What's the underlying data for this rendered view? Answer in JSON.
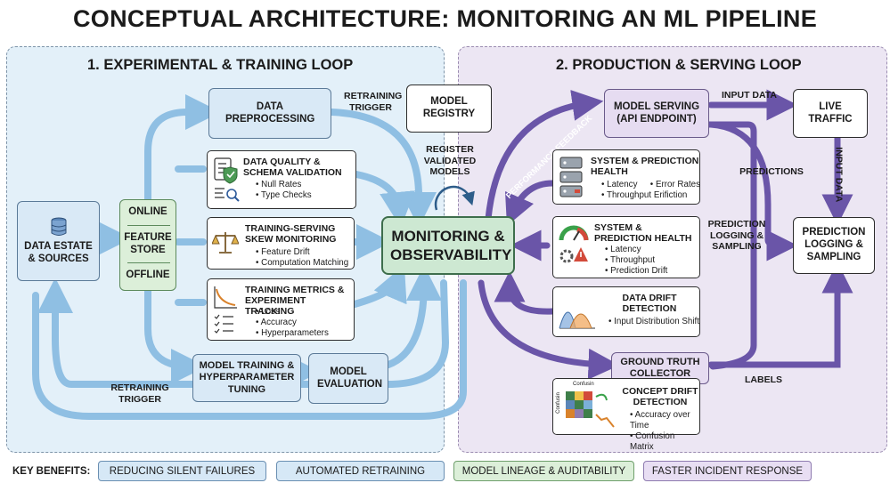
{
  "title": "CONCEPTUAL ARCHITECTURE: MONITORING AN ML PIPELINE",
  "left_panel": {
    "title": "1. EXPERIMENTAL & TRAINING LOOP",
    "data_estate": "DATA ESTATE & SOURCES",
    "feature_store": {
      "online": "ONLINE",
      "name": "FEATURE STORE",
      "offline": "OFFLINE"
    },
    "data_preprocessing": "DATA PREPROCESSING",
    "model_registry": "MODEL REGISTRY",
    "retraining_trigger_top": "RETRAINING TRIGGER",
    "register_validated": "REGISTER VALIDATED MODELS",
    "card_quality": {
      "title": "DATA QUALITY & SCHEMA VALIDATION",
      "items": [
        "Null Rates",
        "Type Checks"
      ]
    },
    "card_skew": {
      "title": "TRAINING-SERVING SKEW MONITORING",
      "items": [
        "Feature Drift",
        "Computation Matching"
      ]
    },
    "card_metrics": {
      "title": "TRAINING METRICS & EXPERIMENT TRACKING",
      "items": [
        "Loss",
        "Accuracy",
        "Hyperparameters"
      ]
    },
    "model_training": "MODEL TRAINING & HYPERPARAMETER TUNING",
    "model_evaluation": "MODEL EVALUATION",
    "retraining_trigger_bottom": "RETRAINING TRIGGER"
  },
  "monitoring": "MONITORING & OBSERVABILITY",
  "right_panel": {
    "title": "2. PRODUCTION & SERVING LOOP",
    "model_serving": "MODEL SERVING (API ENDPOINT)",
    "input_data_top": "INPUT DATA",
    "live_traffic": "LIVE TRAFFIC",
    "input_data_side": "INPUT DATA",
    "performance_feedback": "PERFORMANCE FEEDBACK",
    "predictions": "PREDICTIONS",
    "prediction_logging_label": "PREDICTION LOGGING & SAMPLING",
    "prediction_logging_box": "PREDICTION LOGGING & SAMPLING",
    "card_sys1": {
      "title": "SYSTEM & PREDICTION HEALTH",
      "items": [
        "Latency",
        "Error Rates",
        "Throughput Erifiction"
      ]
    },
    "card_sys2": {
      "title": "SYSTEM & PREDICTION HEALTH",
      "items": [
        "Latency",
        "Throughput",
        "Prediction Drift"
      ]
    },
    "card_drift": {
      "title": "DATA DRIFT DETECTION",
      "items": [
        "Input Distribution Shift"
      ]
    },
    "ground_truth": "GROUND TRUTH COLLECTOR",
    "labels": "LABELS",
    "card_concept": {
      "title": "CONCEPT DRIFT DETECTION",
      "items": [
        "Accuracy over Time",
        "Confusion Matrix"
      ],
      "matrix_label": "Confusin",
      "matrix_side": "Confusin"
    }
  },
  "key_benefits": {
    "label": "KEY BENEFITS:",
    "items": [
      "REDUCING SILENT FAILURES",
      "AUTOMATED RETRAINING",
      "MODEL LINEAGE & AUDITABILITY",
      "FASTER INCIDENT RESPONSE"
    ]
  },
  "colors": {
    "blue_arrow": "#8fbfe3",
    "purple_arrow": "#6a55a8",
    "monitor_green": "#cde8d2"
  }
}
